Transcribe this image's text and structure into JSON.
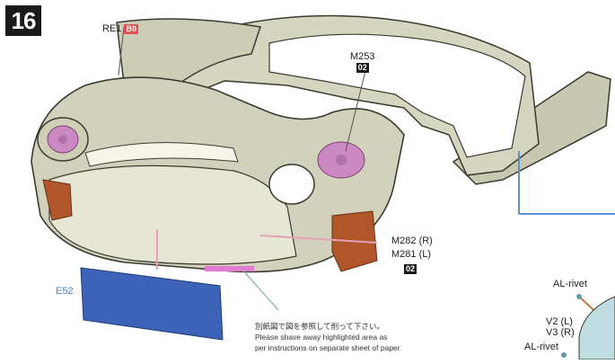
{
  "step": {
    "number": "16"
  },
  "labels": {
    "re1": {
      "text": "RE1",
      "code": "B0"
    },
    "m253": {
      "text": "M253",
      "code": "02"
    },
    "m282": {
      "text": "M282 (R)"
    },
    "m281": {
      "text": "M281 (L)",
      "code": "02"
    },
    "e52": {
      "text": "E52"
    },
    "al_rivet_top": {
      "text": "AL-rivet"
    },
    "v2": {
      "text": "V2 (L)"
    },
    "v3": {
      "text": "V3 (R)"
    },
    "al_rivet_bottom": {
      "text": "AL-rivet"
    }
  },
  "note": {
    "jp": "別紙図で図を参照して削って下さい。",
    "en1": "Please shave away highlighted area as",
    "en2": "per instructions on separate sheet of paper"
  },
  "colors": {
    "body_fill": "#cfcfb8",
    "body_stroke": "#3a3a30",
    "accent_brown": "#b0562a",
    "pink": "#cc88c0",
    "blue_part": "#3d63b8",
    "leader_blue": "#5a8fd8",
    "leader_pink": "#e6a0b8",
    "leader_green": "#7ab890"
  }
}
